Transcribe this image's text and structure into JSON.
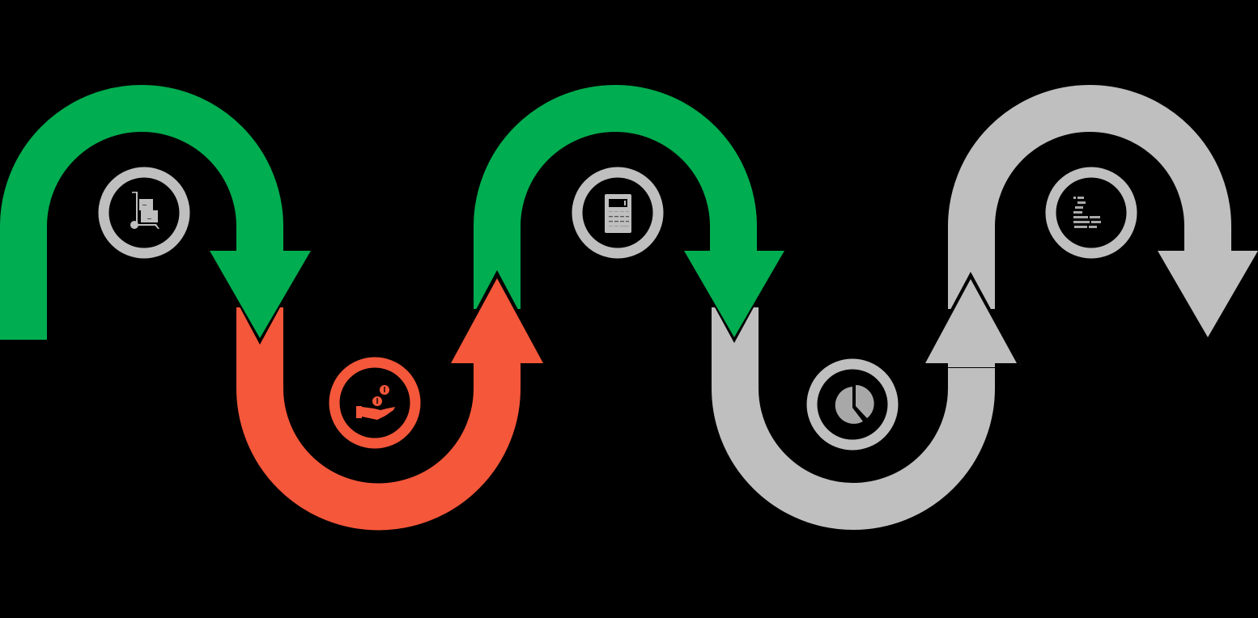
{
  "diagram": {
    "type": "wave-process-flow",
    "background": "#000000",
    "colors": {
      "green": "#00AD50",
      "orange": "#F5573A",
      "gray": "#BFBFBF",
      "icon_gray": "#BFBFBF"
    },
    "steps": [
      {
        "index": 1,
        "icon": "hand-truck-boxes-icon",
        "color": "green",
        "ring_color": "gray",
        "direction": "down",
        "position": "top"
      },
      {
        "index": 2,
        "icon": "hand-coins-icon",
        "color": "orange",
        "ring_color": "orange",
        "direction": "up",
        "position": "bottom"
      },
      {
        "index": 3,
        "icon": "calculator-icon",
        "color": "green",
        "ring_color": "gray",
        "direction": "down",
        "position": "top"
      },
      {
        "index": 4,
        "icon": "pie-chart-icon",
        "color": "gray",
        "ring_color": "gray",
        "direction": "up",
        "position": "bottom"
      },
      {
        "index": 5,
        "icon": "text-blocks-icon",
        "color": "gray",
        "ring_color": "gray",
        "direction": "down",
        "position": "top"
      }
    ]
  }
}
